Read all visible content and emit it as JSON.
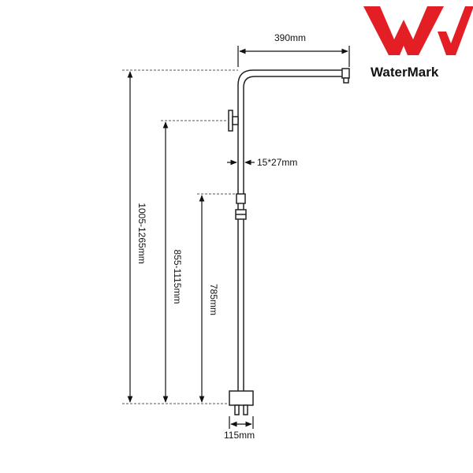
{
  "brand": {
    "name": "WaterMark",
    "accent_color": "#e31e24"
  },
  "dimensions": {
    "arm_length": "390mm",
    "pipe_size": "15*27mm",
    "overall_height": "1005-1265mm",
    "bracket_height": "855-1115mm",
    "slider_height": "785mm",
    "base_width": "115mm"
  },
  "colors": {
    "line": "#222222",
    "dash": "#555555"
  }
}
